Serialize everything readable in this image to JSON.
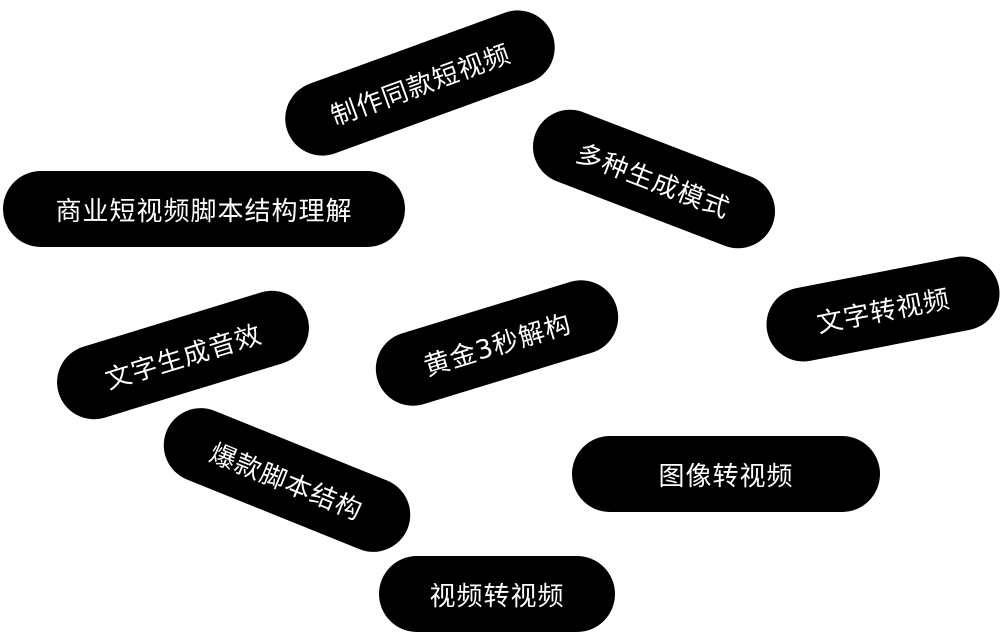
{
  "pills": [
    {
      "label": "制作同款短视频"
    },
    {
      "label": "多种生成模式"
    },
    {
      "label": "商业短视频脚本结构理解"
    },
    {
      "label": "文字转视频"
    },
    {
      "label": "黄金3秒解构"
    },
    {
      "label": "文字生成音效"
    },
    {
      "label": "爆款脚本结构"
    },
    {
      "label": "图像转视频"
    },
    {
      "label": "视频转视频"
    }
  ],
  "colors": {
    "pill_background": "#000000",
    "pill_text": "#ffffff",
    "page_background": "#ffffff"
  }
}
